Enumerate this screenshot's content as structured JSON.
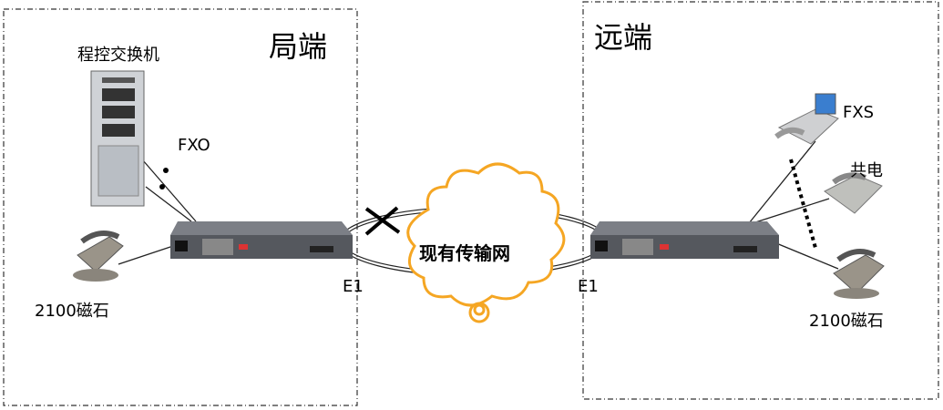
{
  "labels": {
    "local_end": "局端",
    "remote_end": "远端",
    "switch": "程控交换机",
    "fxo": "FXO",
    "fxs": "FXS",
    "common_battery": "共电",
    "magneto_left": "2100磁石",
    "magneto_right": "2100磁石",
    "e1_left": "E1",
    "e1_right": "E1",
    "network": "现有传输网"
  },
  "colors": {
    "cloud": "#f5a623",
    "device": "#5a5d63",
    "border": "#333333"
  }
}
